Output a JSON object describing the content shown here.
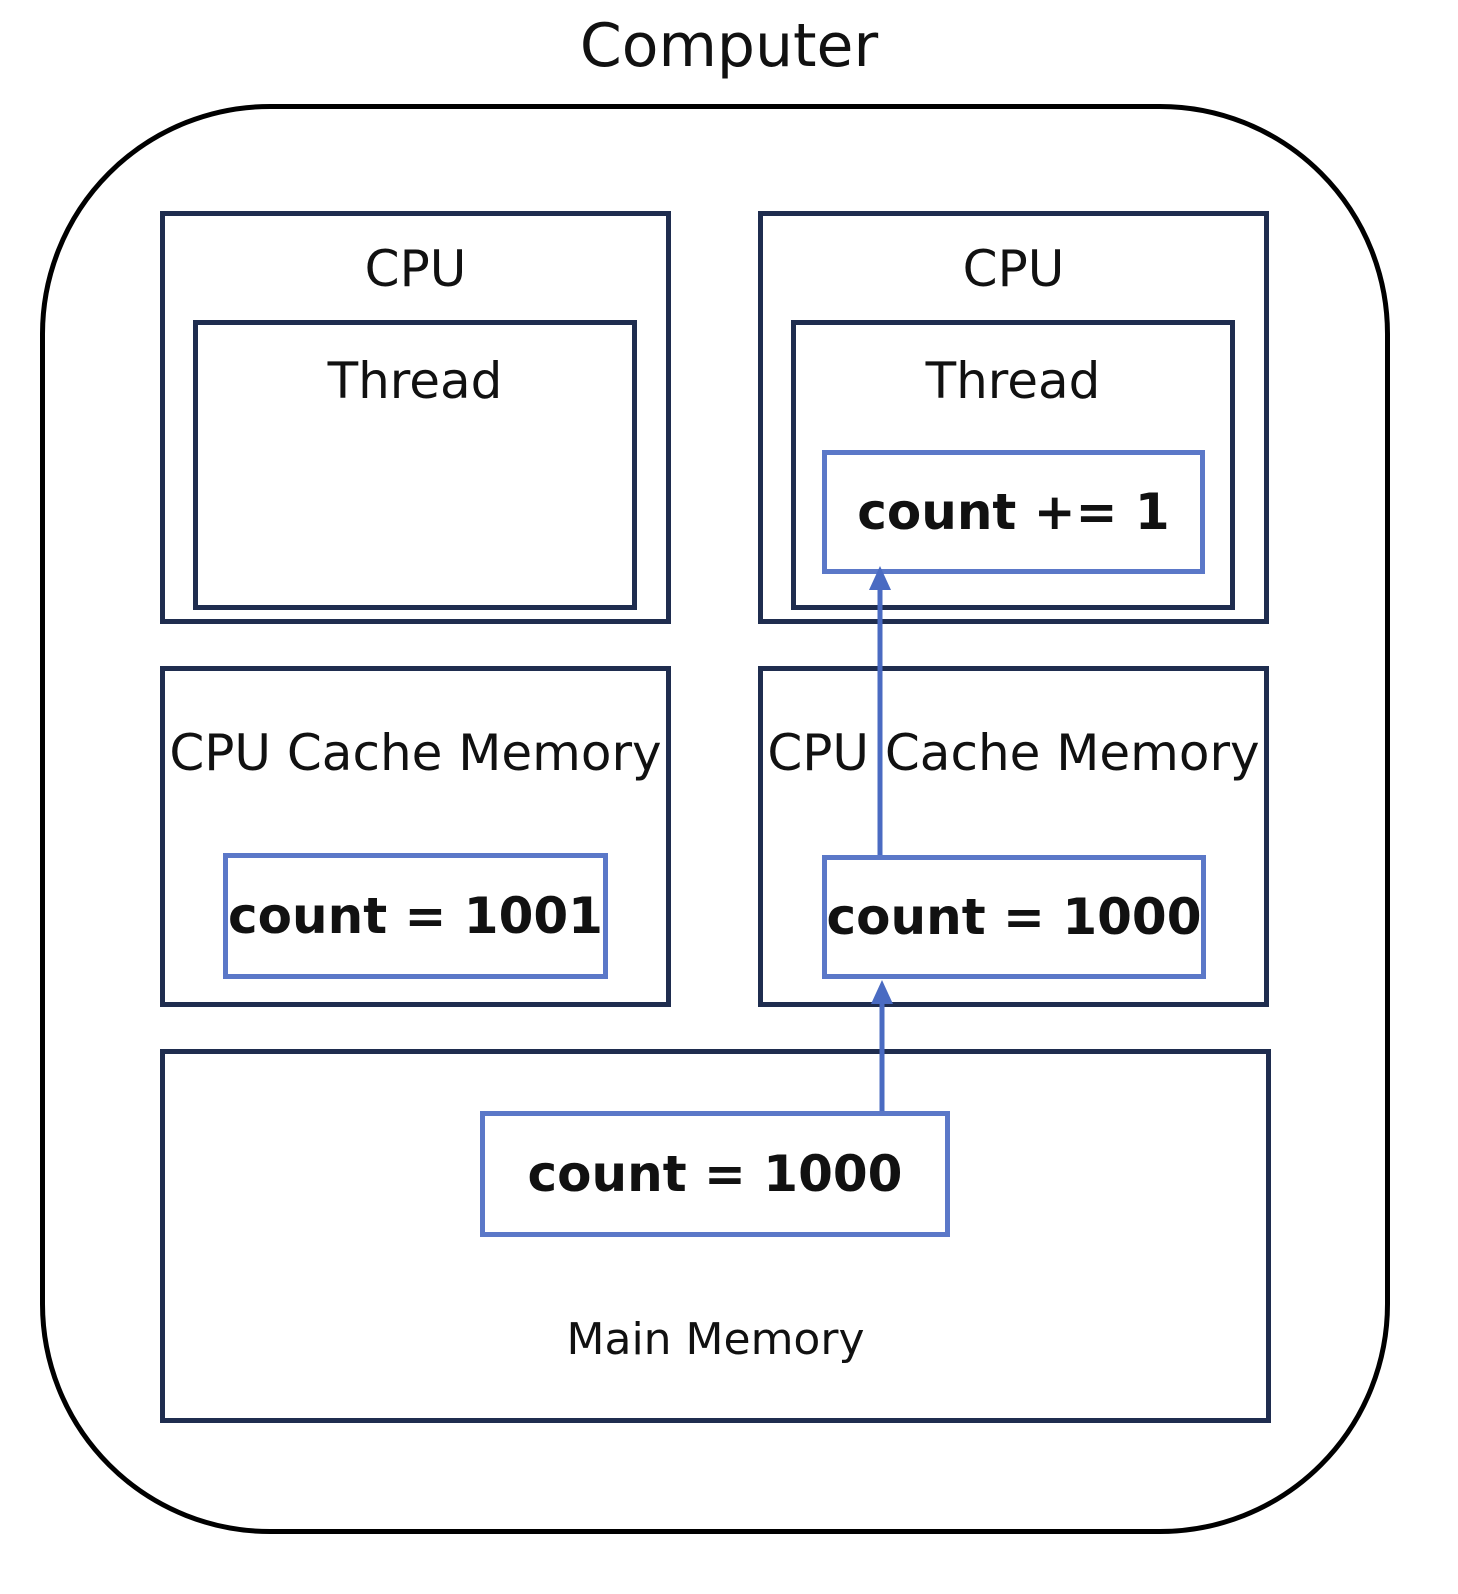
{
  "diagram": {
    "title": "Computer",
    "cpus": [
      {
        "label": "CPU",
        "thread_label": "Thread",
        "thread_value": ""
      },
      {
        "label": "CPU",
        "thread_label": "Thread",
        "thread_value": "count += 1"
      }
    ],
    "caches": [
      {
        "label": "CPU Cache Memory",
        "value": "count = 1001"
      },
      {
        "label": "CPU Cache Memory",
        "value": "count = 1000"
      }
    ],
    "main_memory": {
      "label": "Main Memory",
      "value": "count = 1000"
    },
    "colors": {
      "outline": "#1f2d4f",
      "value_box": "#5b78c8",
      "arrow": "#4a6bc2"
    }
  }
}
